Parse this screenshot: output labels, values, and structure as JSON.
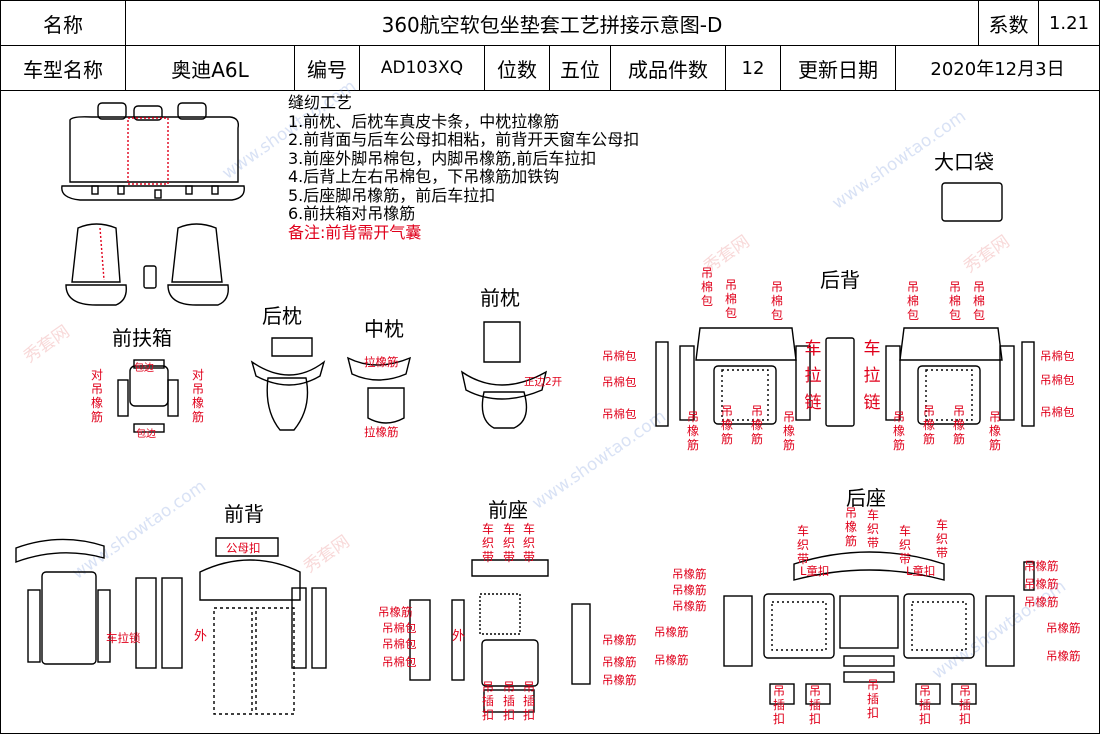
{
  "header": {
    "name_label": "名称",
    "doc_title": "360航空软包坐垫套工艺拼接示意图-D",
    "coef_label": "系数",
    "coef_value": "1.21",
    "model_label": "车型名称",
    "model_value": "奥迪A6L",
    "code_label": "编号",
    "code_value": "AD103XQ",
    "seats_label": "位数",
    "seats_value": "五位",
    "pieces_label": "成品件数",
    "pieces_value": "12",
    "date_label": "更新日期",
    "date_value": "2020年12月3日"
  },
  "notes": {
    "title": "缝纫工艺",
    "lines": [
      "1.前枕、后枕车真皮卡条，中枕拉橡筋",
      "2.前背面与后车公母扣相粘，前背开天窗车公母扣",
      "3.前座外脚吊棉包，内脚吊橡筋,前后车拉扣",
      "4.后背上左右吊棉包，下吊橡筋加铁钩",
      "5.后座脚吊橡筋，前后车拉扣",
      "6.前扶箱对吊橡筋"
    ],
    "remark": "备注:前背需开气囊"
  },
  "sections": {
    "front_armrest": "前扶箱",
    "rear_pillow": "后枕",
    "mid_pillow": "中枕",
    "front_pillow": "前枕",
    "rear_back": "后背",
    "big_pocket": "大口袋",
    "front_back": "前背",
    "front_seat": "前座",
    "rear_seat": "后座"
  },
  "labels": {
    "dui_diao_xiang_jin": "对吊橡筋",
    "bao_bian": "包边",
    "la_xiang_jin": "拉橡筋",
    "zheng_bian_kai": "正边2开",
    "diao_mian_bao": "吊棉包",
    "diao_xiang_jin": "吊橡筋",
    "che_la_lian": "车拉链",
    "che_la_suo": "车拉锁",
    "wai": "外",
    "gong_mu_kou": "公母扣",
    "che_zhi_dai": "车织带",
    "diao_cha_kou": "吊插扣",
    "l_tong_kou": "L童扣"
  },
  "watermark": {
    "site": "www.showtao.com",
    "brand": "秀套网"
  },
  "colors": {
    "red": "#e0001b",
    "line": "#000000"
  }
}
